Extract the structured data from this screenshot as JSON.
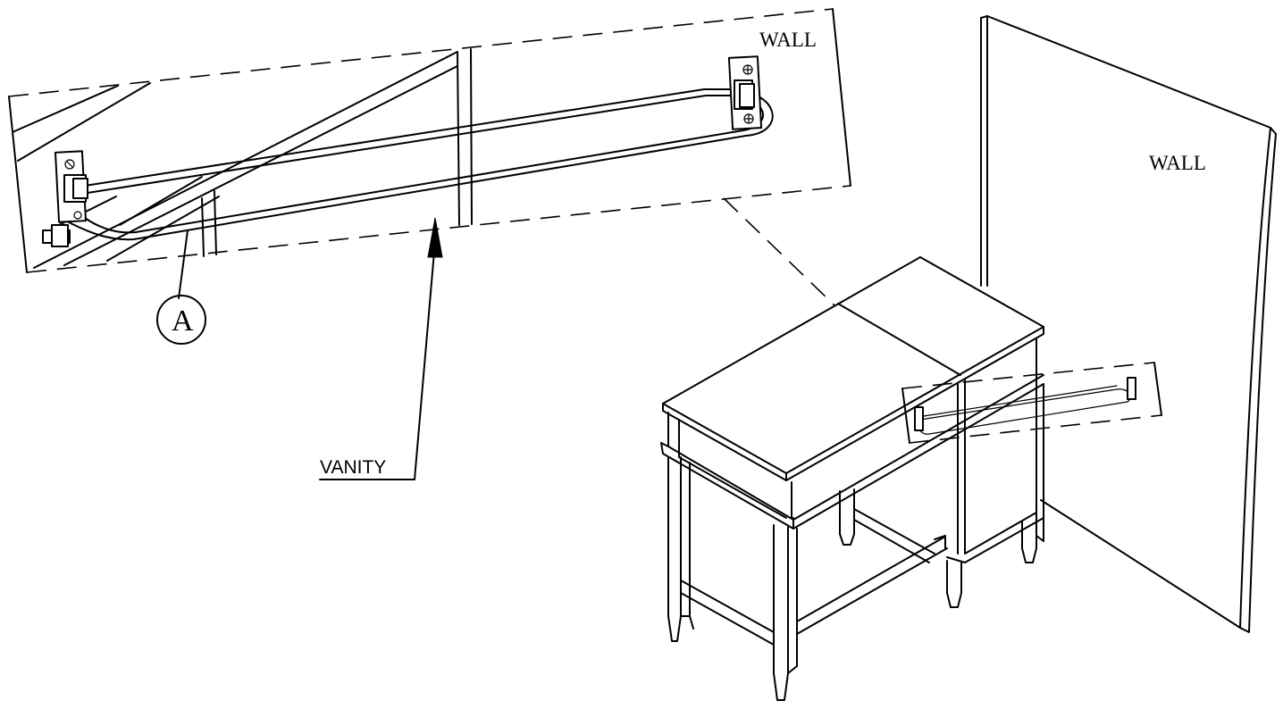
{
  "labels": {
    "wall_detail": "WALL",
    "wall_main": "WALL",
    "vanity": "VANITY",
    "part_a": "A"
  }
}
